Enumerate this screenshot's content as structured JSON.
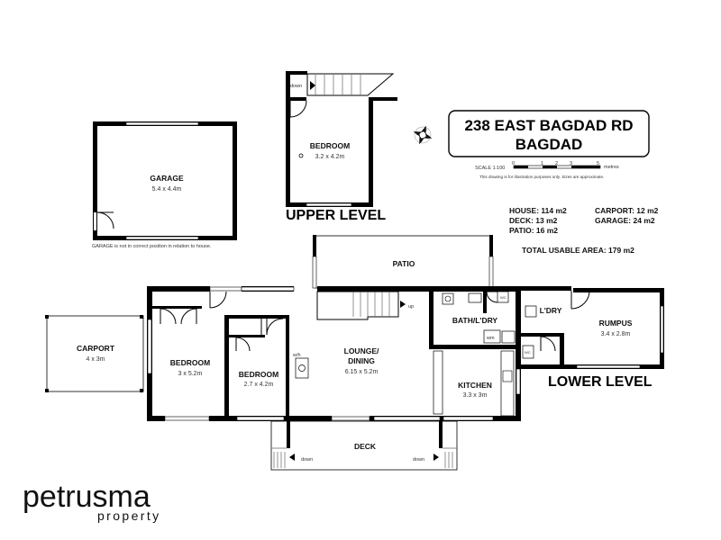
{
  "property": {
    "address_line1": "238 EAST BAGDAD RD",
    "address_line2": "BAGDAD",
    "scale_label": "SCALE 1:100",
    "scale_ticks": [
      "0",
      "1",
      "2",
      "3",
      "5"
    ],
    "scale_unit": "metres",
    "disclaimer": "This drawing is for illustration purposes only. Sizes are approximate."
  },
  "areas": {
    "house": "HOUSE: 114 m2",
    "deck": "DECK: 13 m2",
    "patio": "PATIO: 16 m2",
    "carport": "CARPORT: 12 m2",
    "garage": "GARAGE: 24 m2",
    "total": "TOTAL USABLE AREA: 179 m2"
  },
  "compass": {
    "n": "N",
    "s": "S",
    "e": "E",
    "w": "W"
  },
  "levels": {
    "upper": "UPPER LEVEL",
    "lower": "LOWER LEVEL"
  },
  "rooms": {
    "garage": {
      "name": "GARAGE",
      "size": "5.4 x 4.4m"
    },
    "garage_note": "GARAGE is not in correct position in relation to house.",
    "upper_bedroom": {
      "name": "BEDROOM",
      "size": "3.2 x 4.2m"
    },
    "carport": {
      "name": "CARPORT",
      "size": "4 x 3m"
    },
    "bedroom1": {
      "name": "BEDROOM",
      "size": "3 x 5.2m"
    },
    "bedroom2": {
      "name": "BEDROOM",
      "size": "2.7 x 4.2m"
    },
    "lounge": {
      "name_line1": "LOUNGE/",
      "name_line2": "DINING",
      "size": "6.15 x 5.2m"
    },
    "bath": {
      "name": "BATH/L'DRY"
    },
    "kitchen": {
      "name": "KITCHEN",
      "size": "3.3 x 3m"
    },
    "ldry": {
      "name": "L'DRY"
    },
    "rumpus": {
      "name": "RUMPUS",
      "size": "3.4 x 2.8m"
    },
    "patio": {
      "name": "PATIO"
    },
    "deck": {
      "name": "DECK"
    }
  },
  "labels": {
    "down_upper": "down",
    "up": "up",
    "wh": "w/h",
    "wm": "wm",
    "wc1": "WC",
    "wc2": "WC",
    "deck_down_left": "down",
    "deck_down_right": "down"
  },
  "brand": {
    "name": "petrusma",
    "sub": "property"
  }
}
